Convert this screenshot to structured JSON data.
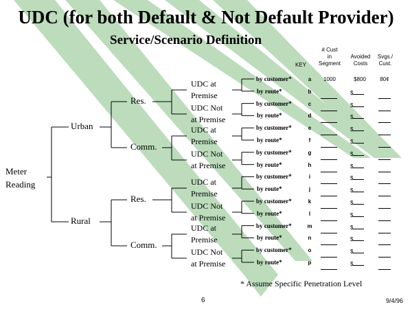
{
  "title": "UDC (for both Default & Not Default Provider)",
  "subtitle": "Service/Scenario Definition",
  "headers": {
    "key": "KEY",
    "cust": "# Cust\nin\nSegment",
    "avoided": "Avoided\nCosts",
    "svgs": "Svgs./\nCust."
  },
  "root": "Meter\nReading",
  "areas": [
    "Urban",
    "Rural"
  ],
  "segments": [
    "Res.",
    "Comm.",
    "Res.",
    "Comm."
  ],
  "premise": [
    "UDC at\nPremise",
    "UDC Not\nat Premise"
  ],
  "methods": [
    "by customer*",
    "by route*"
  ],
  "keys": [
    "a",
    "b",
    "c",
    "d",
    "e",
    "f",
    "g",
    "h",
    "i",
    "j",
    "k",
    "l",
    "m",
    "n",
    "o",
    "p"
  ],
  "first_row": {
    "cust": "1000",
    "avoided": "$800",
    "svgs": "80¢"
  },
  "dollar": "$",
  "footnote": "* Assume Specific Penetration Level",
  "page_number": "6",
  "date": "9/4/96",
  "colors": {
    "stripe": "#bcdcbc"
  }
}
